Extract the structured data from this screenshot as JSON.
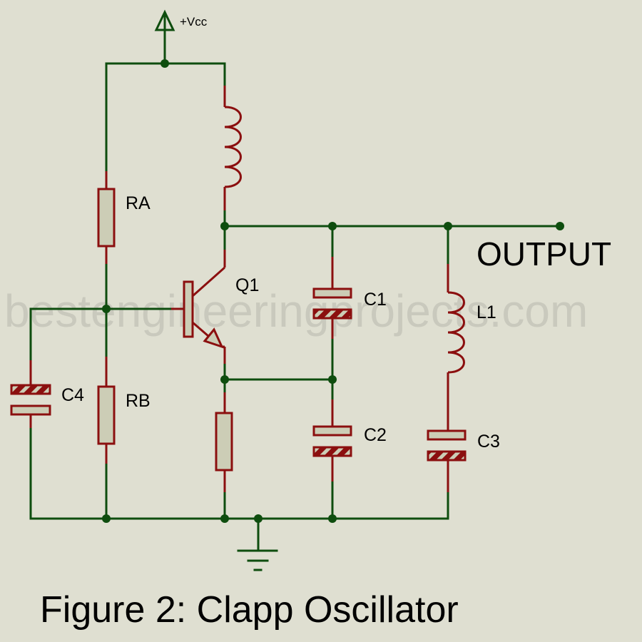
{
  "diagram": {
    "title": "Figure 2: Clapp Oscillator",
    "watermark": "bestengineeringprojects.com",
    "supply_label": "+Vcc",
    "output_label": "OUTPUT",
    "components": {
      "RA": "RA",
      "RB": "RB",
      "Q1": "Q1",
      "C1": "C1",
      "C2": "C2",
      "C3": "C3",
      "C4": "C4",
      "L1": "L1"
    },
    "colors": {
      "background": "#dfdfd1",
      "wire": "#0e4d0e",
      "component": "#8b0f0f",
      "component_fill": "#cccdb6"
    }
  }
}
